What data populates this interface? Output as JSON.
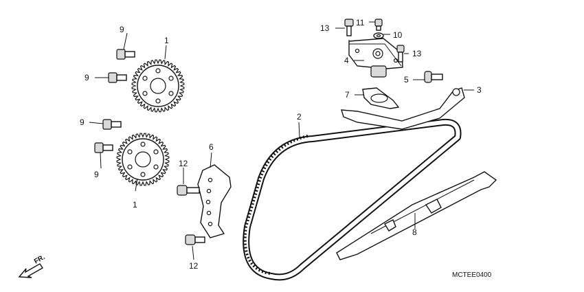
{
  "callouts": {
    "c1a": "1",
    "c1b": "1",
    "c2": "2",
    "c3": "3",
    "c4": "4",
    "c5": "5",
    "c6": "6",
    "c7": "7",
    "c8": "8",
    "c9a": "9",
    "c9b": "9",
    "c9c": "9",
    "c9d": "9",
    "c10": "10",
    "c11": "11",
    "c12a": "12",
    "c12b": "12",
    "c13a": "13",
    "c13b": "13"
  },
  "direction_label": "FR.",
  "diagram_code": "MCTEE0400"
}
